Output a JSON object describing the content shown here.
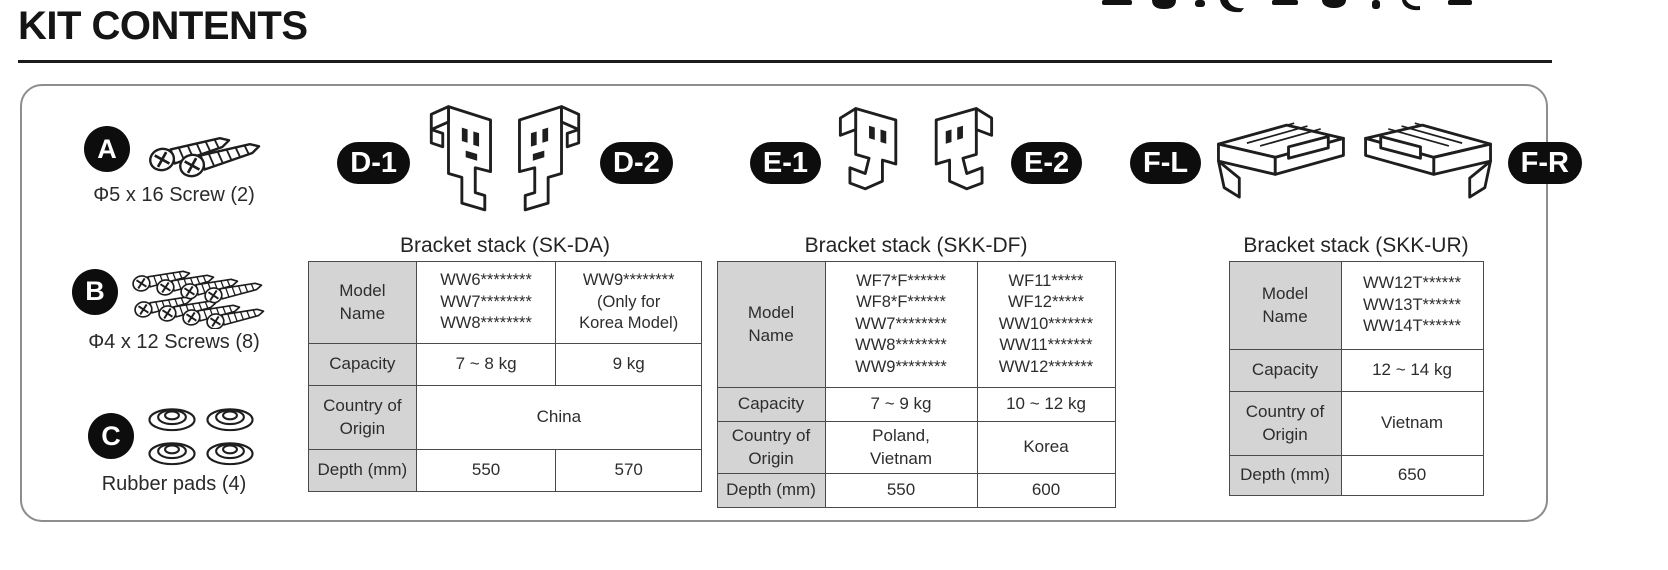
{
  "title": "KIT CONTENTS",
  "colors": {
    "badge_bg": "#0d0d0d",
    "table_header_bg": "#d4d4d4",
    "box_border": "#8d8d8d",
    "rule": "#1c1c1c"
  },
  "parts": [
    {
      "id": "A",
      "label": "Φ5 x 16 Screw (2)",
      "icon": "screw-pair-icon"
    },
    {
      "id": "B",
      "label": "Φ4 x 12 Screws (8)",
      "icon": "screw-set-icon"
    },
    {
      "id": "C",
      "label": "Rubber pads (4)",
      "icon": "rubber-pads-icon"
    }
  ],
  "table_headers": {
    "model": "Model Name",
    "capacity": "Capacity",
    "origin": "Country of\nOrigin",
    "depth": "Depth (mm)"
  },
  "groups": [
    {
      "badge_left": "D-1",
      "badge_right": "D-2",
      "title": "Bracket stack (SK-DA)",
      "col1": {
        "model": "WW6********\nWW7********\nWW8********",
        "capacity": "7 ~ 8 kg",
        "depth": "550"
      },
      "col2": {
        "model": "WW9********\n(Only for\nKorea Model)",
        "capacity": "9 kg",
        "depth": "570"
      },
      "origin_merged": "China"
    },
    {
      "badge_left": "E-1",
      "badge_right": "E-2",
      "title": "Bracket stack (SKK-DF)",
      "col1": {
        "model": "WF7*F******\nWF8*F******\nWW7********\nWW8********\nWW9********",
        "capacity": "7 ~ 9 kg",
        "origin": "Poland,\nVietnam",
        "depth": "550"
      },
      "col2": {
        "model": "WF11*****\nWF12*****\nWW10*******\nWW11*******\nWW12*******",
        "capacity": "10 ~ 12 kg",
        "origin": "Korea",
        "depth": "600"
      }
    },
    {
      "badge_left": "F-L",
      "badge_right": "F-R",
      "title": "Bracket stack (SKK-UR)",
      "col1": {
        "model": "WW12T******\nWW13T******\nWW14T******",
        "capacity": "12 ~ 14 kg",
        "origin": "Vietnam",
        "depth": "650"
      }
    }
  ]
}
